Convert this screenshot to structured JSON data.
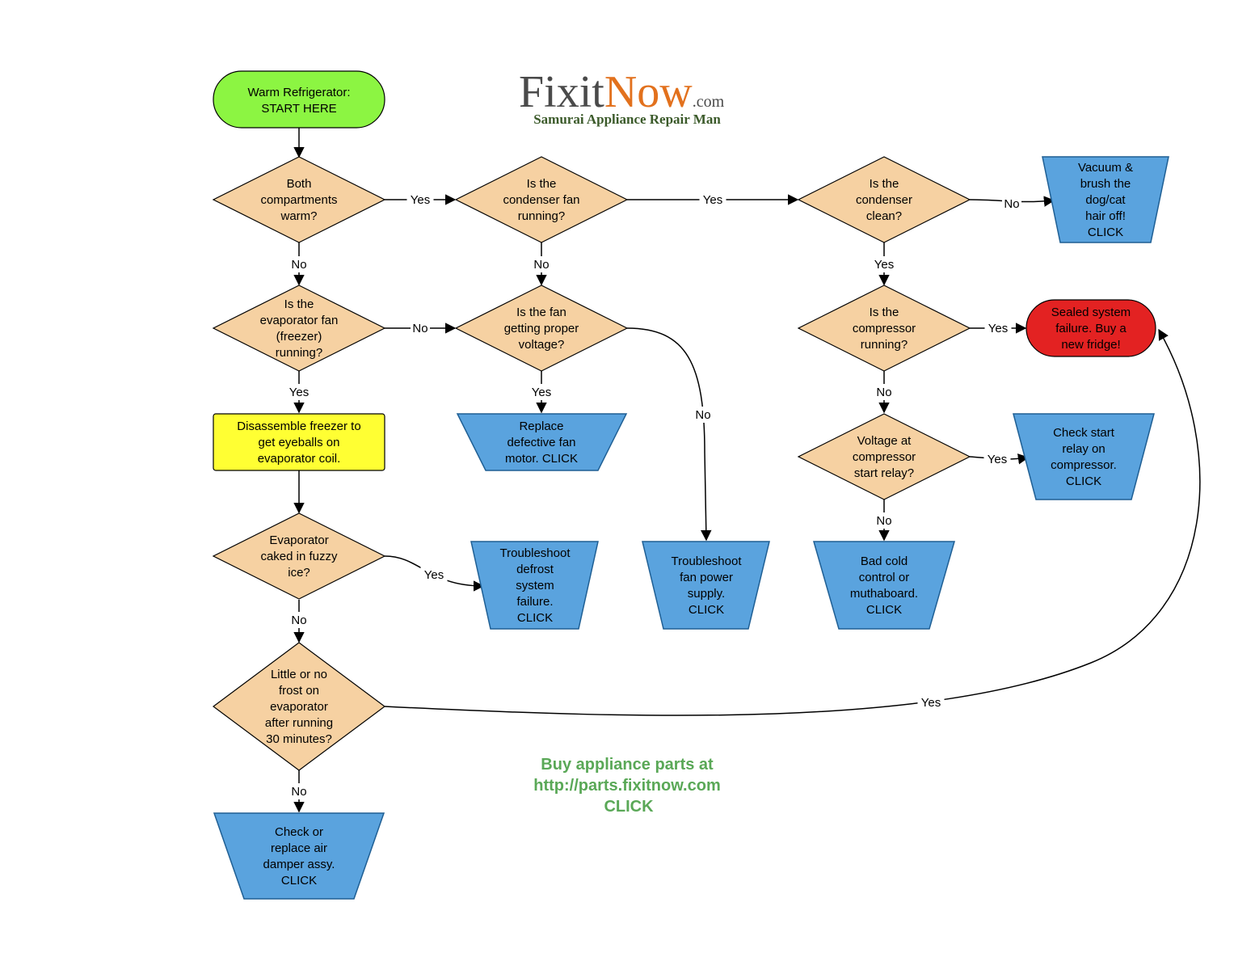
{
  "logo": {
    "fixit": "Fixit",
    "now": "Now",
    "com": ".com",
    "tagline": "Samurai Appliance Repair Man",
    "colors": {
      "fixit": "#4a4a4a",
      "now": "#e2711d",
      "tagline": "#3b5a2a"
    }
  },
  "colors": {
    "start": "#8cf542",
    "decision": "#f6d1a2",
    "process": "#ffff33",
    "action": "#5aa3de",
    "failure": "#e32222",
    "footer": "#5aa857"
  },
  "nodes": {
    "start": [
      "Warm Refrigerator:",
      "START HERE"
    ],
    "q_both": [
      "Both",
      "compartments",
      "warm?"
    ],
    "q_evap_fan": [
      "Is the",
      "evaporator fan",
      "(freezer)",
      "running?"
    ],
    "disassemble": [
      "Disassemble freezer to",
      "get eyeballs on",
      "evaporator coil."
    ],
    "q_caked": [
      "Evaporator",
      "caked in fuzzy",
      "ice?"
    ],
    "q_frost": [
      "Little or no",
      "frost on",
      "evaporator",
      "after running",
      "30 minutes?"
    ],
    "a_damper": [
      "Check or",
      "replace air",
      "damper assy.",
      "CLICK"
    ],
    "q_cond_fan": [
      "Is the",
      "condenser fan",
      "running?"
    ],
    "q_voltage": [
      "Is the fan",
      "getting proper",
      "voltage?"
    ],
    "a_fan_motor": [
      "Replace",
      "defective fan",
      "motor.  CLICK"
    ],
    "a_defrost": [
      "Troubleshoot",
      "defrost",
      "system",
      "failure.",
      "CLICK"
    ],
    "a_fan_power": [
      "Troubleshoot",
      "fan power",
      "supply.",
      "CLICK"
    ],
    "q_cond_clean": [
      "Is the",
      "condenser",
      "clean?"
    ],
    "a_vacuum": [
      "Vacuum &",
      "brush the",
      "dog/cat",
      "hair off!",
      "CLICK"
    ],
    "q_compressor": [
      "Is the",
      "compressor",
      "running?"
    ],
    "a_sealed": [
      "Sealed system",
      "failure.  Buy a",
      "new fridge!"
    ],
    "q_relay_voltage": [
      "Voltage at",
      "compressor",
      "start relay?"
    ],
    "a_relay": [
      "Check start",
      "relay on",
      "compressor.",
      "CLICK"
    ],
    "a_cold_control": [
      "Bad cold",
      "control or",
      "muthaboard.",
      "CLICK"
    ]
  },
  "edge_labels": {
    "yes": "Yes",
    "no": "No"
  },
  "footer": [
    "Buy appliance parts at",
    "http://parts.fixitnow.com",
    "CLICK"
  ]
}
